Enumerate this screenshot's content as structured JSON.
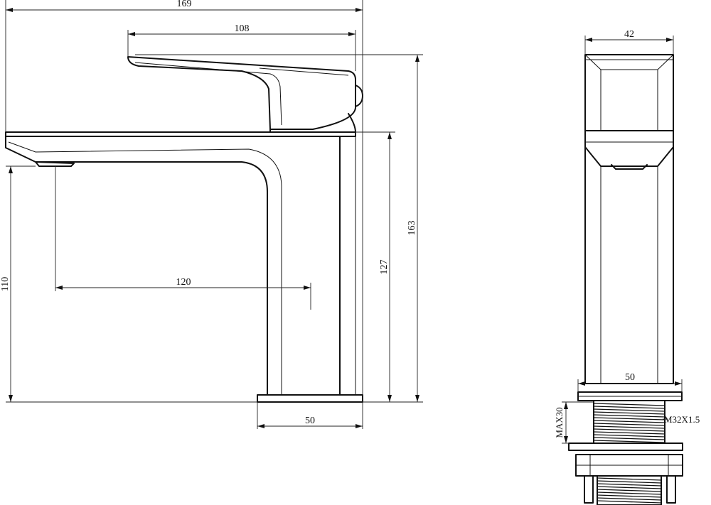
{
  "dimensions": {
    "total_length": "169",
    "handle_length": "108",
    "spout_reach": "120",
    "spout_height": "110",
    "body_height": "127",
    "total_height": "163",
    "base_width_side": "50",
    "handle_width_front": "42",
    "base_width_front": "50",
    "thread_spec": "M32X1.5",
    "max_thread_length": "MAX30"
  },
  "colors": {
    "line": "#111111",
    "background": "#ffffff"
  }
}
